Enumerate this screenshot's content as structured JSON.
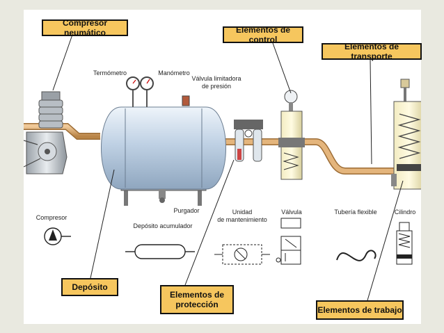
{
  "callouts": {
    "compressor": "Compresor neumático",
    "control": "Elementos de control",
    "transport": "Elementos de transporte",
    "tank": "Depósito",
    "protection": "Elementos de\nprotección",
    "work": "Elementos de trabajo"
  },
  "labels": {
    "thermometer": "Termómetro",
    "manometer": "Manómetro",
    "pressure_valve": "Válvula limitadora\nde presión",
    "drain": "Purgador",
    "compressor_symbol": "Compresor",
    "accumulator": "Depósito acumulador",
    "maintenance_unit": "Unidad\nde mantenimiento",
    "valve": "Válvula",
    "flex_tube": "Tubería flexible",
    "cylinder": "Cilindro"
  },
  "colors": {
    "callout_fill": "#f6c65e",
    "pipe": "#d9a96a",
    "tank": "#c9d9ea",
    "background": "#e9e9e0"
  }
}
